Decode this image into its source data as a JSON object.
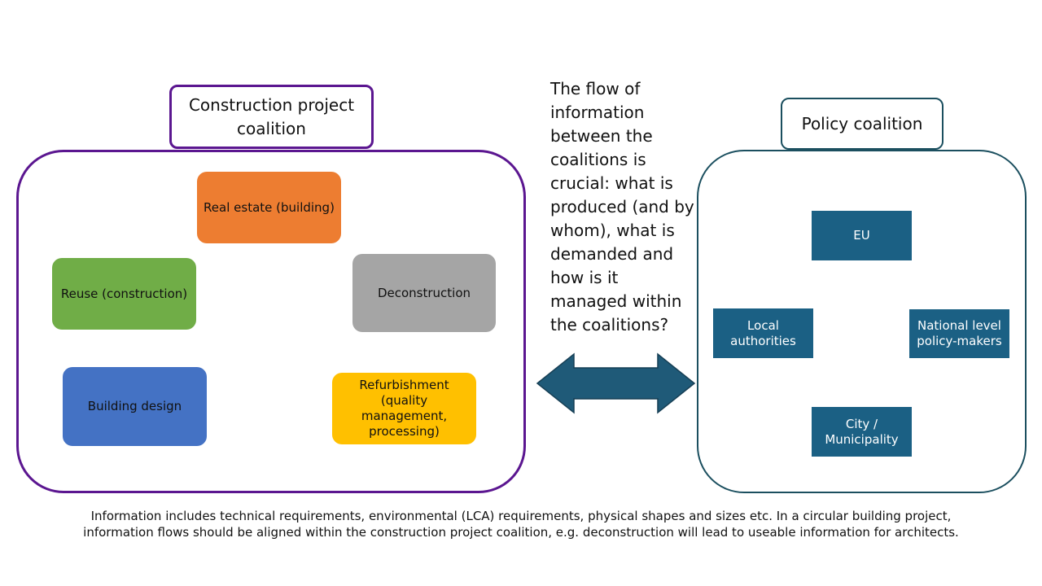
{
  "construction": {
    "title": "Construction project coalition",
    "stages": {
      "real_estate": "Real estate (building)",
      "deconstruction": "Deconstruction",
      "refurbishment": "Refurbishment (quality management, processing)",
      "building_design": "Building design",
      "reuse": "Reuse (construction)"
    },
    "colors": {
      "panel_border": "#5b1690",
      "real_estate": "#ed7d31",
      "deconstruction": "#a5a5a5",
      "refurbishment": "#ffc000",
      "building_design": "#4472c4",
      "reuse": "#70ad47",
      "cycle_ring": "#f8d5c9"
    }
  },
  "flow_text": "The flow of information between the coalitions is crucial: what is produced (and by whom), what is demanded and how is it managed within the coalitions?",
  "policy": {
    "title": "Policy coalition",
    "nodes": {
      "eu": "EU",
      "local": "Local authorities",
      "national": "National level policy-makers",
      "city": "City / Municipality"
    },
    "colors": {
      "panel_border": "#1b4f5f",
      "node": "#1b6084",
      "connector": "#adb9ca"
    }
  },
  "double_arrow_color": "#1f5a78",
  "footnote": "Information includes technical requirements, environmental (LCA) requirements, physical shapes and sizes etc. In a circular building project, information flows should be aligned within the construction project coalition, e.g. deconstruction will lead to useable information for architects."
}
